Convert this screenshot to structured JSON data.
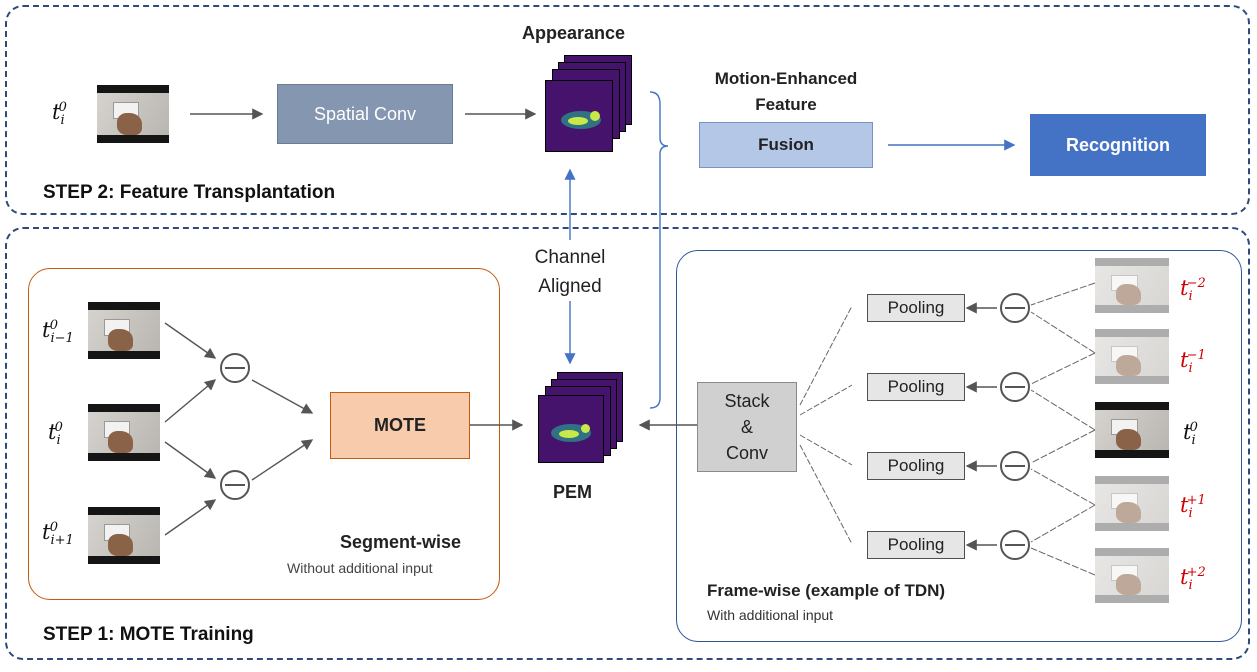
{
  "step2": {
    "title": "STEP 2: Feature Transplantation",
    "input_label": {
      "base": "t",
      "sub": "i",
      "sup": "0"
    },
    "spatial_conv": "Spatial Conv",
    "appearance": "Appearance",
    "motion_enhanced": "Motion-Enhanced\nFeature",
    "fusion": "Fusion",
    "recognition": "Recognition"
  },
  "channel_aligned": "Channel\nAligned",
  "step1": {
    "title": "STEP 1: MOTE Training",
    "segment": {
      "inputs": [
        {
          "base": "t",
          "sub": "i−1",
          "sup": "0"
        },
        {
          "base": "t",
          "sub": "i",
          "sup": "0"
        },
        {
          "base": "t",
          "sub": "i+1",
          "sup": "0"
        }
      ],
      "mote": "MOTE",
      "title": "Segment-wise",
      "subtitle": "Without additional input"
    },
    "pem": "PEM",
    "frame": {
      "stack": "Stack\n&\nConv",
      "pooling": [
        "Pooling",
        "Pooling",
        "Pooling",
        "Pooling"
      ],
      "inputs": [
        {
          "base": "t",
          "sub": "i",
          "sup": "−2",
          "color": "#d00000"
        },
        {
          "base": "t",
          "sub": "i",
          "sup": "−1",
          "color": "#d00000"
        },
        {
          "base": "t",
          "sub": "i",
          "sup": "0",
          "color": "#111111"
        },
        {
          "base": "t",
          "sub": "i",
          "sup": "+1",
          "color": "#d00000"
        },
        {
          "base": "t",
          "sub": "i",
          "sup": "+2",
          "color": "#d00000"
        }
      ],
      "title": "Frame-wise (example of TDN)",
      "subtitle": "With additional input"
    }
  },
  "colors": {
    "dash_border": "#2f4a7a",
    "spatial_conv": "#8496b0",
    "fusion": "#b4c7e7",
    "recognition": "#4472c4",
    "mote": "#f8cbad",
    "segment_border": "#c55a11",
    "frame_border": "#2f5597"
  }
}
